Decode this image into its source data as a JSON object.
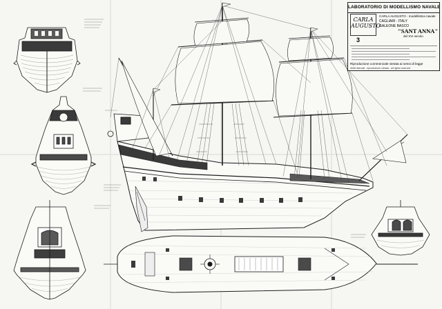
{
  "title_block": {
    "header": "LABORATORIO DI MODELLISMO NAVALE",
    "logo_line1": "CARLA",
    "logo_line2": "AUGUSTO",
    "studio": "CARLA AUGUSTO - modellistica navale",
    "city": "CAGLIARI - ITALY",
    "vessel_type": "GALEONE BASCO",
    "vessel_name": "\"SANT ANNA\"",
    "century": "del XVI secolo",
    "sheet_number": "3",
    "reproduction_note": "Riproduzione commerciale vietata ai sensi di legge",
    "rights_note": "diritti riservati - riproduzione vietata - all rights reserved"
  },
  "colors": {
    "paper": "#f6f6f3",
    "ink": "#1a1a1a",
    "wood_tone": "#4a4a4a"
  }
}
